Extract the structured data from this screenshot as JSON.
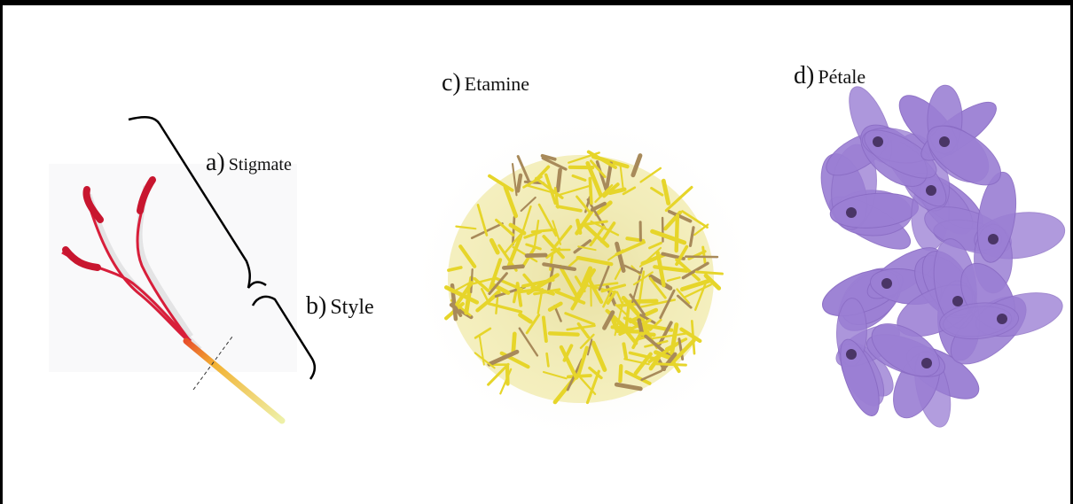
{
  "labels": {
    "a": {
      "letter": "a)",
      "word": "Stigmate"
    },
    "b": {
      "letter": "b)",
      "word": "Style"
    },
    "c": {
      "letter": "c)",
      "word": "Etamine"
    },
    "d": {
      "letter": "d)",
      "word": "Pétale"
    }
  },
  "colors": {
    "stigma_red": "#d81e3a",
    "style_yellow": "#e8e27a",
    "stamen_yellow": "#e6d52a",
    "stamen_brown": "#a88a5a",
    "petal_purple": "#9b7fd4",
    "petal_dark": "#4a3566"
  }
}
